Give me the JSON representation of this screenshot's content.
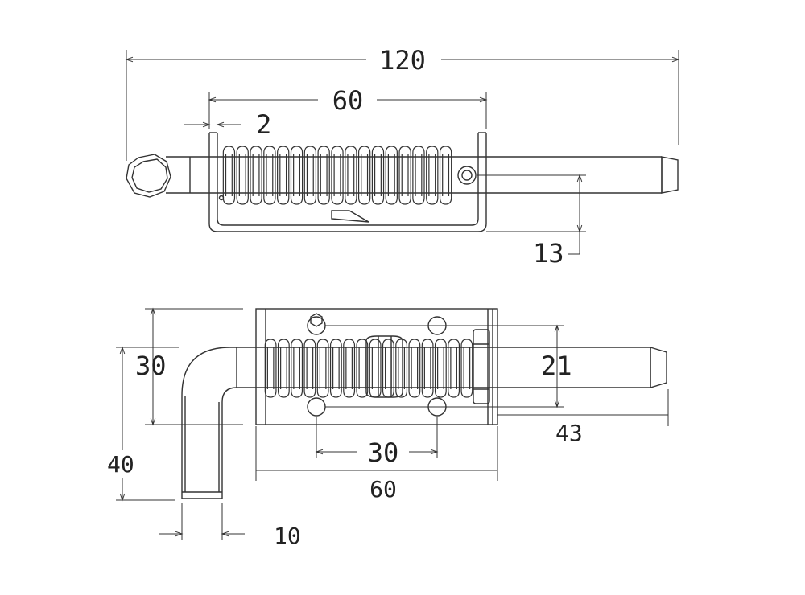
{
  "dimensions": {
    "top_view": {
      "overall_length": "120",
      "housing_length": "60",
      "plate_thickness": "2",
      "pin_height": "13"
    },
    "front_view": {
      "housing_height": "30",
      "hole_spacing_vertical": "21",
      "pin_projection": "43",
      "hole_spacing_horizontal": "30",
      "housing_width": "60",
      "handle_height": "40",
      "handle_width": "10"
    }
  },
  "colors": {
    "line": "#333333",
    "background": "#ffffff"
  }
}
